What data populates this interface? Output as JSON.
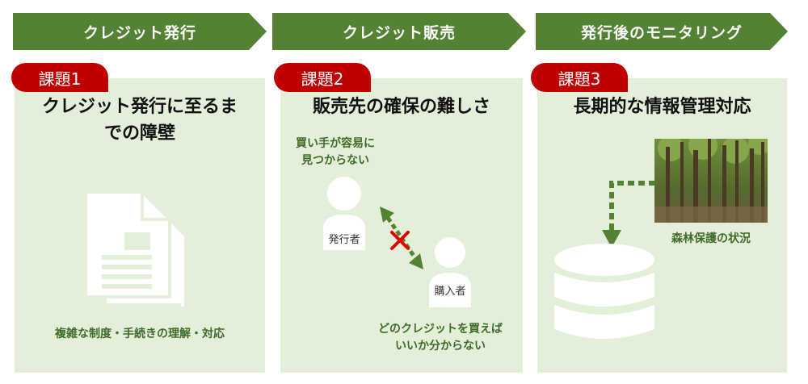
{
  "header": {
    "step1": "クレジット発行",
    "step2": "クレジット販売",
    "step3": "発行後のモニタリング"
  },
  "panels": [
    {
      "badge": "課題1",
      "title_line1": "クレジット発行に至るま",
      "title_line2": "での障壁",
      "caption": "複雑な制度・手続きの理解・対応"
    },
    {
      "badge": "課題2",
      "title": "販売先の確保の難しさ",
      "note_top_line1": "買い手が容易に",
      "note_top_line2": "見つからない",
      "issuer_label": "発行者",
      "buyer_label": "購入者",
      "note_bottom_line1": "どのクレジットを買えば",
      "note_bottom_line2": "いいか分からない"
    },
    {
      "badge": "課題3",
      "title": "長期的な情報管理対応",
      "photo_caption": "森林保護の状況"
    }
  ],
  "colors": {
    "arrow_green": "#548235",
    "panel_bg": "#e3efd9",
    "badge_red": "#c00000",
    "text_green": "#3f6b2a",
    "cross_red": "#e00000"
  }
}
